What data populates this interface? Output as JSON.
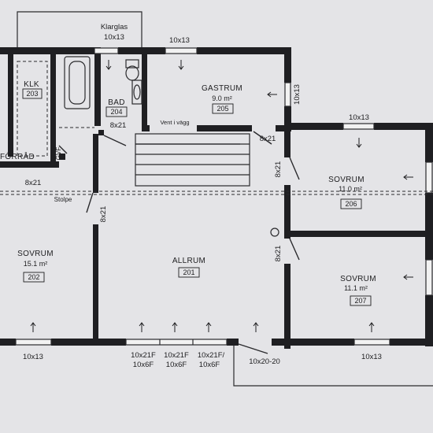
{
  "rooms": {
    "klk": {
      "name": "KLK",
      "number": "203"
    },
    "bad": {
      "name": "BAD",
      "number": "204",
      "door": "8x21"
    },
    "gastrum": {
      "name": "GASTRUM",
      "area": "9.0 m²",
      "number": "205"
    },
    "forrad": {
      "name": "FÖRRÅD"
    },
    "sovrum_206": {
      "name": "SOVRUM",
      "area": "11.0 m²",
      "number": "206"
    },
    "sovrum_202": {
      "name": "SOVRUM",
      "area": "15.1 m²",
      "number": "202"
    },
    "allrum": {
      "name": "ALLRUM",
      "number": "201"
    },
    "sovrum_207": {
      "name": "SOVRUM",
      "area": "11.1 m²",
      "number": "207"
    }
  },
  "labels": {
    "klarglas": "Klarglas",
    "klarglas_size": "10x13",
    "top_window": "10x13",
    "gastrum_window": "10x13",
    "vent": "Vent i vägg",
    "door_8x21_a": "8x21",
    "door_8x21_b": "8x21",
    "door_8x21_c": "8x21",
    "door_8x21_d": "8x21",
    "door_8x21_e": "8x21",
    "sovrum206_window": "10x13",
    "stolpe": "Stolpe",
    "gvf": "GVF",
    "bottom_left_window": "10x13",
    "door_1": "10x21F",
    "door_1b": "10x6F",
    "door_2": "10x21F",
    "door_2b": "10x6F",
    "door_3": "10x21F/",
    "door_3b": "10x6F",
    "entry_door": "10x20-20",
    "bottom_right_window": "10x13"
  }
}
